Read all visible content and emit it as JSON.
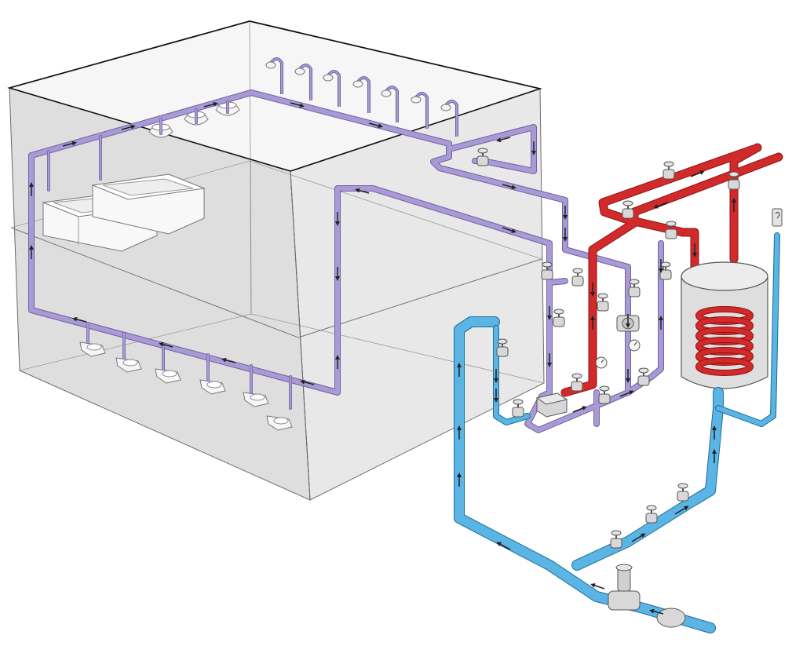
{
  "diagram": {
    "colors": {
      "background": "#ffffff",
      "building_fill": "#dcdcdc",
      "building_side_fill": "#e6e6e6",
      "building_edge": "#5a5a5a",
      "roof_edge": "#111111",
      "hot_return_pipe": "#a99ad6",
      "hot_return_pipe_edge": "#6e62a0",
      "heating_pipe": "#d22a2a",
      "heating_pipe_edge": "#8c1212",
      "cold_water_pipe": "#5ab4e4",
      "cold_water_pipe_edge": "#1f6d9a",
      "fixture": "#f6f6f6",
      "fixture_edge": "#777777",
      "valve": "#d8d8d8",
      "valve_edge": "#555555",
      "tank": "#dedede",
      "tank_edge": "#555555",
      "arrow": "#222222"
    },
    "icons": {
      "shower_head": "shower-head-icon",
      "washbasin": "washbasin-icon",
      "bathtub": "bathtub-icon",
      "toilet": "toilet-icon",
      "gate_valve": "gate-valve-icon",
      "pressure_gauge": "pressure-gauge-icon",
      "circulation_pump": "circulation-pump-icon",
      "air_vent": "air-vent-icon",
      "storage_tank": "hot-water-storage-tank-icon",
      "pressure_reducer": "pressure-reducer-icon"
    },
    "fixture_counts": {
      "shower_heads": 7,
      "washbasins": 3,
      "bathtubs": 2,
      "toilets": 6
    }
  }
}
